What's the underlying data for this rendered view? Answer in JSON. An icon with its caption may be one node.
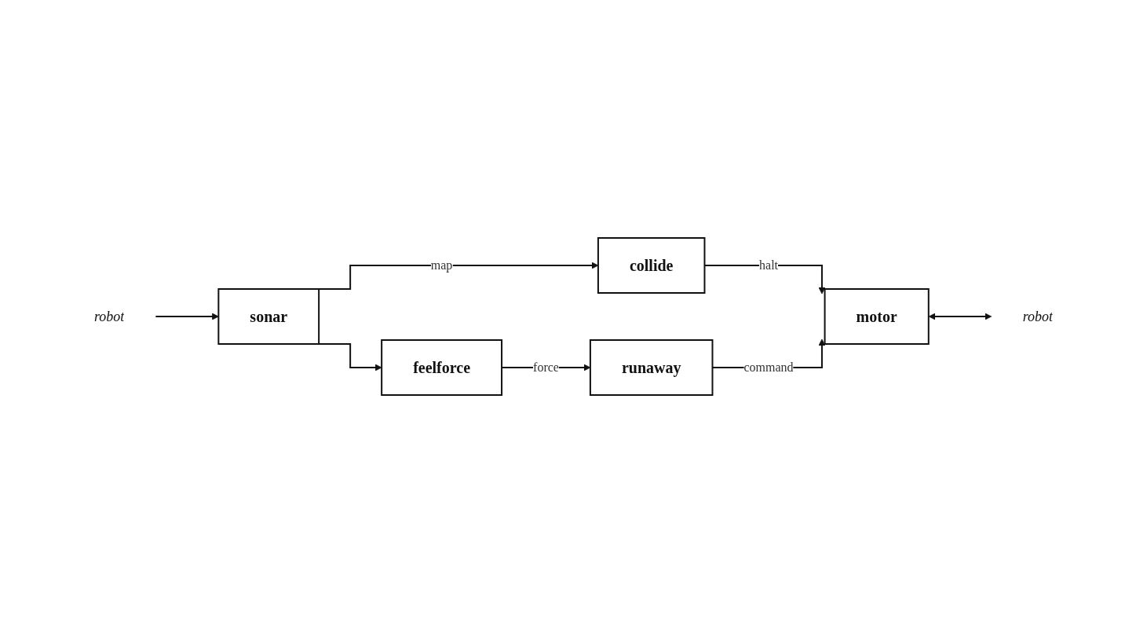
{
  "diagram": {
    "nodes": [
      {
        "text": [
          "robot"
        ]
      },
      {
        "text": [
          "collide"
        ]
      },
      {
        "text": [
          "robot"
        ]
      },
      {
        "text": [
          "sonar"
        ]
      },
      {
        "text": [
          "motor"
        ]
      },
      {
        "text": [
          "feelforce"
        ]
      },
      {
        "text": [
          "runaway"
        ]
      }
    ],
    "edges": [
      {
        "from": 0,
        "to": 3,
        "arrow": "to"
      },
      {
        "from": 3,
        "to": 1,
        "arrow": "to",
        "label": "map"
      },
      {
        "from": 3,
        "to": 5,
        "arrow": "to"
      },
      {
        "from": 1,
        "to": 4,
        "arrow": "to",
        "label": "halt"
      },
      {
        "from": 5,
        "to": 6,
        "arrow": "to",
        "label": "force"
      },
      {
        "from": 6,
        "to": 4,
        "arrow": "to",
        "label": "command"
      },
      {
        "from": 4,
        "to": 2,
        "arrow": "both"
      }
    ]
  }
}
